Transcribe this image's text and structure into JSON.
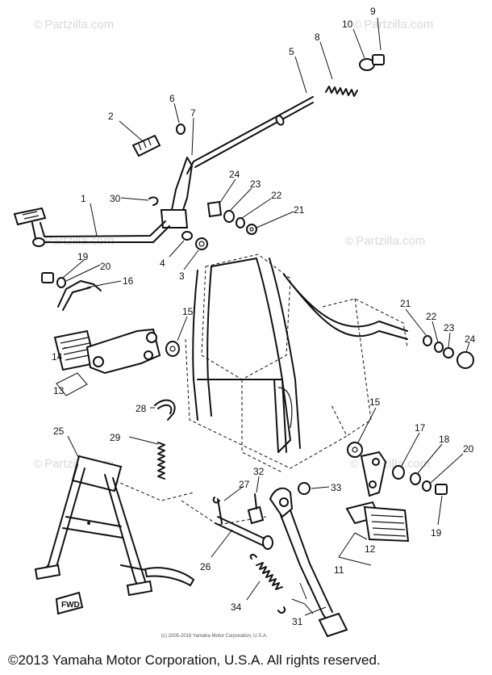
{
  "watermark": {
    "symbol": "©",
    "text": "Partzilla.com"
  },
  "credit": "(c) 2005-2016 Yamaha Motor Corporation, U.S.A.",
  "footer": "©2013 Yamaha Motor Corporation, U.S.A. All rights reserved.",
  "stand_label": "FWD",
  "callouts": [
    "1",
    "2",
    "3",
    "4",
    "5",
    "6",
    "7",
    "8",
    "9",
    "10",
    "11",
    "12",
    "13",
    "14",
    "15",
    "15",
    "16",
    "17",
    "18",
    "19",
    "19",
    "20",
    "20",
    "21",
    "21",
    "22",
    "22",
    "23",
    "23",
    "24",
    "24",
    "25",
    "26",
    "27",
    "28",
    "29",
    "30",
    "31",
    "32",
    "33",
    "34"
  ]
}
